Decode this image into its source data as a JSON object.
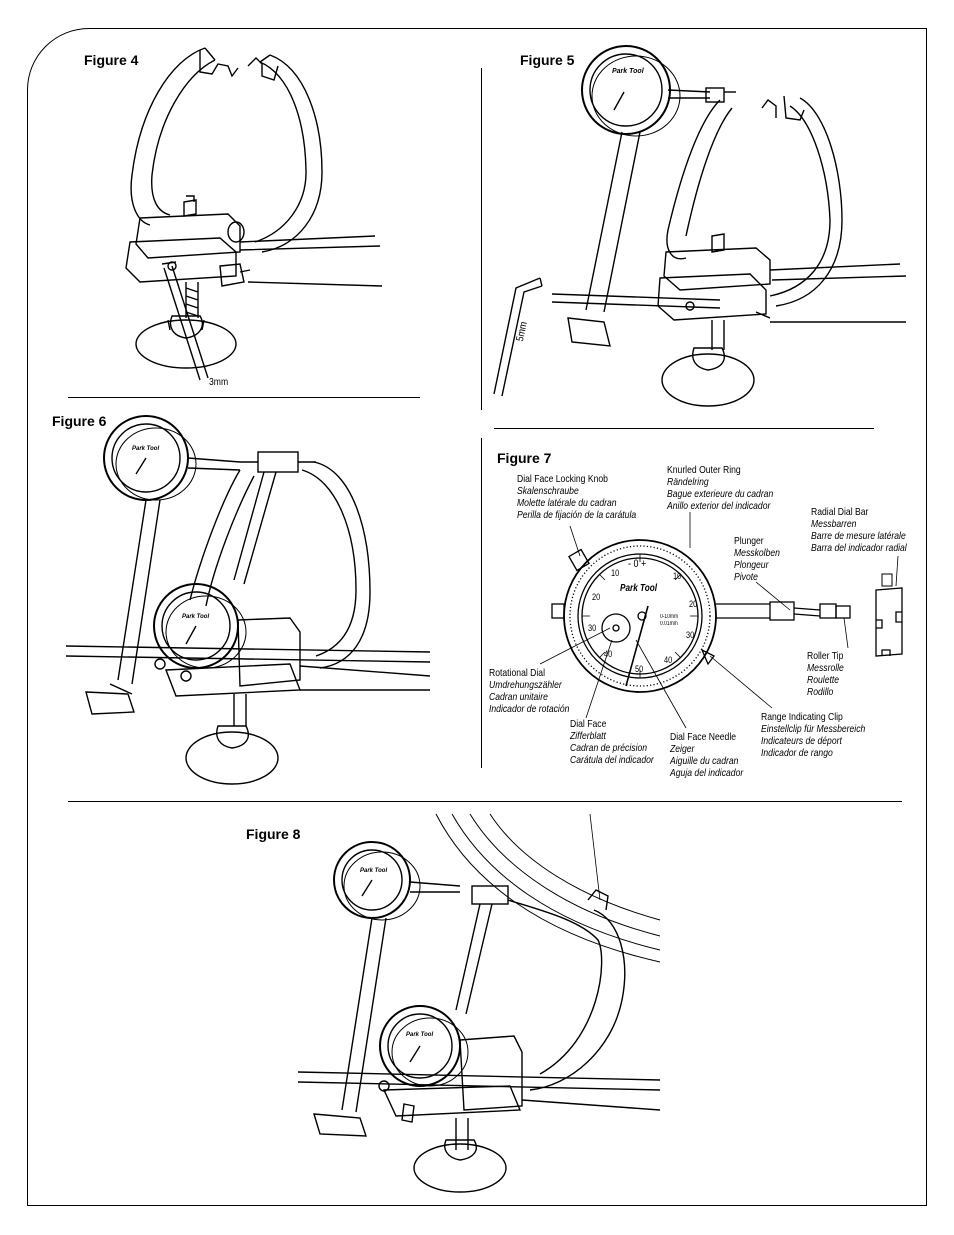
{
  "figures": {
    "fig4": {
      "title": "Figure 4",
      "wrench_label": "3mm"
    },
    "fig5": {
      "title": "Figure 5",
      "wrench_label": "5mm"
    },
    "fig6": {
      "title": "Figure 6"
    },
    "fig7": {
      "title": "Figure 7"
    },
    "fig8": {
      "title": "Figure 8"
    }
  },
  "dial": {
    "brand": "Park Tool",
    "zero_mark": "- 0 +",
    "range_text": "0-10mm",
    "resolution_text": "0.01mm",
    "scale_numbers": [
      "10",
      "10",
      "20",
      "20",
      "30",
      "30",
      "40",
      "40",
      "50"
    ]
  },
  "callouts": {
    "knob": {
      "heading": "Dial Face Locking Knob",
      "translations": [
        "Skalenschraube",
        "Molette latérale du cadran",
        "Perilla de fijación de la carátula"
      ]
    },
    "ring": {
      "heading": "Knurled Outer Ring",
      "translations": [
        "Rändelring",
        "Bague exterieure du cadran",
        "Anillo exterior del indicador"
      ]
    },
    "bar": {
      "heading": "Radial Dial Bar",
      "translations": [
        "Messbarren",
        "Barre de mesure latérale",
        "Barra del indicador radial"
      ]
    },
    "plunger": {
      "heading": "Plunger",
      "translations": [
        "Messkolben",
        "Plongeur",
        "Pivote"
      ]
    },
    "roller": {
      "heading": "Roller Tip",
      "translations": [
        "Messrolle",
        "Roulette",
        "Rodillo"
      ]
    },
    "rotational": {
      "heading": "Rotational Dial",
      "translations": [
        "Umdrehungszähler",
        "Cadran unitaire",
        "Indicador de rotación"
      ]
    },
    "face": {
      "heading": "Dial Face",
      "translations": [
        "Zifferblatt",
        "Cadran de précision",
        "Carátula del indicador"
      ]
    },
    "needle": {
      "heading": "Dial Face Needle",
      "translations": [
        "Zeiger",
        "Aiguille du cadran",
        "Aguja del indicador"
      ]
    },
    "clip": {
      "heading": "Range Indicating Clip",
      "translations": [
        "Einstellclip für Messbereich",
        "Indicateurs de déport",
        "Indicador de rango"
      ]
    }
  }
}
